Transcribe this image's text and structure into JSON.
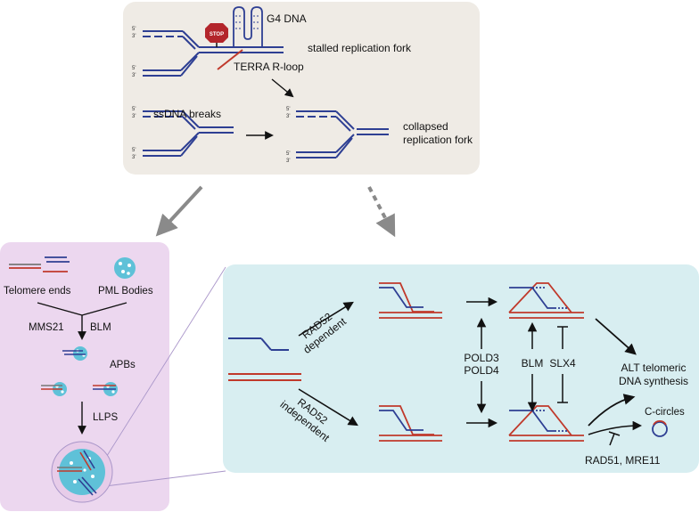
{
  "colors": {
    "top_panel_bg": "#efebe5",
    "left_panel_bg": "#ecd7ef",
    "right_panel_bg": "#d8eef1",
    "dna_blue": "#2e3f93",
    "dna_red": "#c0392b",
    "pml_body_cyan": "#5fc1d8",
    "stop_sign": "#b3252b",
    "grey_arrow": "#8a8a8a"
  },
  "top_panel": {
    "stop_sign": "STOP",
    "g4_dna": "G4 DNA",
    "stalled_fork": "stalled replication fork",
    "terra_rloop": "TERRA R-loop",
    "ssdna_breaks": "ssDNA breaks",
    "collapsed_fork_line1": "collapsed",
    "collapsed_fork_line2": "replication fork",
    "strand_5": "5'",
    "strand_3": "3'"
  },
  "left_panel": {
    "telomere_ends": "Telomere ends",
    "pml_bodies": "PML Bodies",
    "mms21": "MMS21",
    "blm": "BLM",
    "apbs": "APBs",
    "llps": "LLPS"
  },
  "right_panel": {
    "rad52_dependent_line1": "RAD52",
    "rad52_dependent_line2": "dependent",
    "rad52_independent_line1": "RAD52",
    "rad52_independent_line2": "independent",
    "pold3": "POLD3",
    "pold4": "POLD4",
    "blm": "BLM",
    "slx4": "SLX4",
    "alt_synthesis_line1": "ALT telomeric",
    "alt_synthesis_line2": "DNA synthesis",
    "c_circles": "C-circles",
    "rad51_mre11": "RAD51, MRE11"
  }
}
